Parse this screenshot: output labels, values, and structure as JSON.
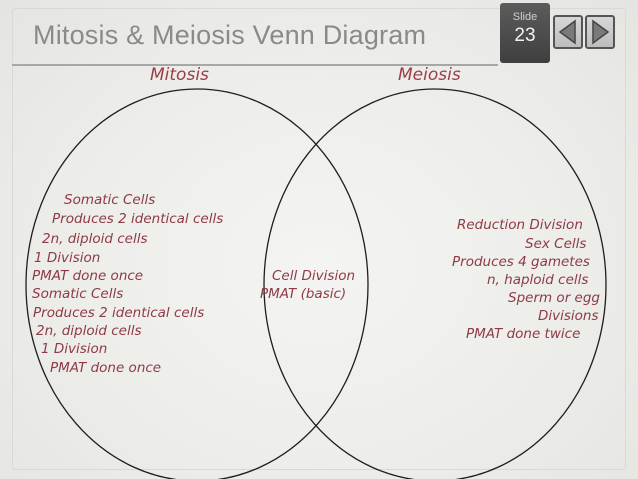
{
  "header": {
    "title": "Mitosis & Meiosis Venn Diagram",
    "slide_label": "Slide",
    "slide_number": "23"
  },
  "nav": {
    "prev_icon": "triangle-left-icon",
    "next_icon": "triangle-right-icon"
  },
  "venn": {
    "left_label": "Mitosis",
    "right_label": "Meiosis",
    "left_items": [
      "Somatic Cells",
      "Produces 2 identical cells",
      "2n, diploid cells",
      "1 Division",
      "PMAT done once",
      "Somatic Cells",
      "Produces 2 identical cells",
      "2n, diploid cells",
      "1 Division",
      "PMAT done once"
    ],
    "center_items": [
      "Cell Division",
      "PMAT (basic)"
    ],
    "right_items": [
      "Reduction Division",
      "Sex Cells",
      "Produces 4 gametes",
      "n, haploid cells",
      "Sperm or egg",
      "Divisions",
      "PMAT done twice"
    ]
  },
  "colors": {
    "handwriting": "#8e3a45",
    "title": "#8a8a8a",
    "badge": "#4a4a4a"
  }
}
